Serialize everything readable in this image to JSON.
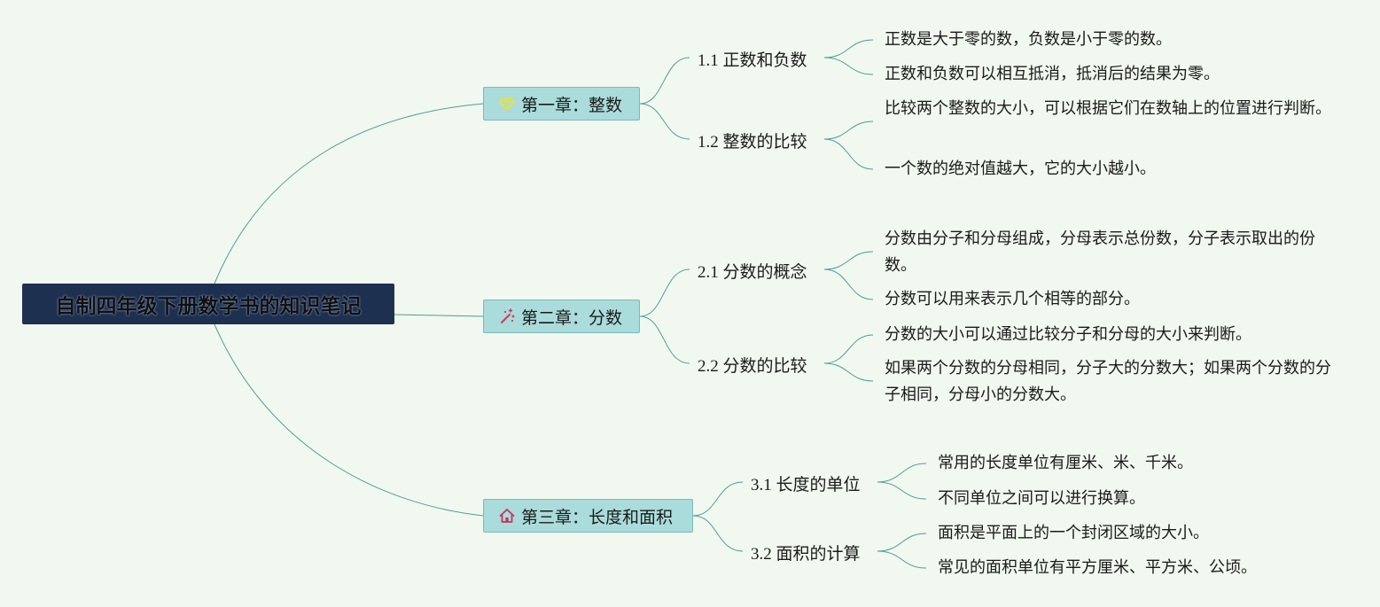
{
  "root": {
    "title": "自制四年级下册数学书的知识笔记"
  },
  "chapters": [
    {
      "icon": "gem-icon",
      "label": "第一章：整数",
      "sections": [
        {
          "label": "1.1 正数和负数",
          "points": [
            "正数是大于零的数，负数是小于零的数。",
            "正数和负数可以相互抵消，抵消后的结果为零。"
          ]
        },
        {
          "label": "1.2 整数的比较",
          "points": [
            "比较两个整数的大小，可以根据它们在数轴上的位置进行判断。",
            "一个数的绝对值越大，它的大小越小。"
          ]
        }
      ]
    },
    {
      "icon": "magic-wand-icon",
      "label": "第二章：分数",
      "sections": [
        {
          "label": "2.1 分数的概念",
          "points": [
            "分数由分子和分母组成，分母表示总份数，分子表示取出的份数。",
            "分数可以用来表示几个相等的部分。"
          ]
        },
        {
          "label": "2.2 分数的比较",
          "points": [
            "分数的大小可以通过比较分子和分母的大小来判断。",
            "如果两个分数的分母相同，分子大的分数大；如果两个分数的分子相同，分母小的分数大。"
          ]
        }
      ]
    },
    {
      "icon": "home-icon",
      "label": "第三章：长度和面积",
      "sections": [
        {
          "label": "3.1 长度的单位",
          "points": [
            "常用的长度单位有厘米、米、千米。",
            "不同单位之间可以进行换算。"
          ]
        },
        {
          "label": "3.2 面积的计算",
          "points": [
            "面积是平面上的一个封闭区域的大小。",
            "常见的面积单位有平方厘米、平方米、公顷。"
          ]
        }
      ]
    }
  ],
  "colors": {
    "background": "#f1f8ef",
    "root_fill": "#1e3050",
    "chapter_fill": "#a9dcdb",
    "chapter_border": "#7fb9b6",
    "connector": "#4f9d96",
    "gem_icon": "#e8e23a",
    "wand_icon": "#d2365f",
    "home_icon": "#c8345c"
  }
}
